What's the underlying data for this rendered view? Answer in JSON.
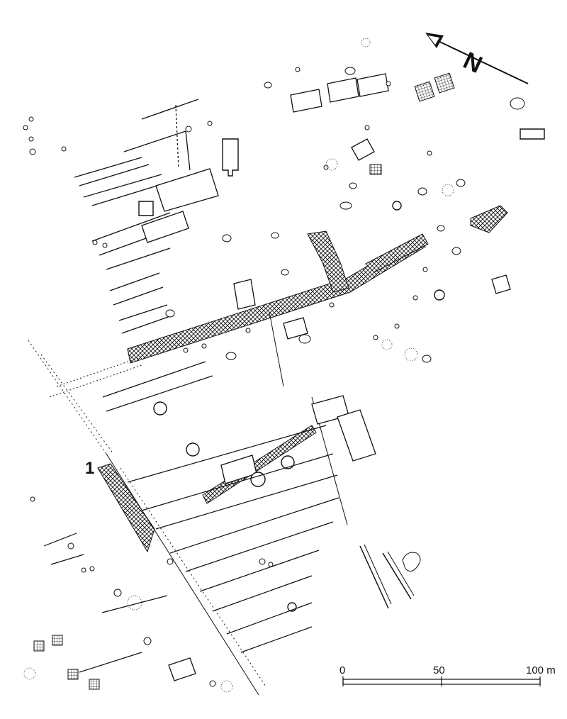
{
  "north_arrow": {
    "label": "N"
  },
  "scale_bar": {
    "label_start": "0",
    "label_mid": "50",
    "label_end": "100 m"
  },
  "site_marker": {
    "label": "1"
  },
  "colors": {
    "ink": "#111111",
    "paper": "#ffffff"
  }
}
